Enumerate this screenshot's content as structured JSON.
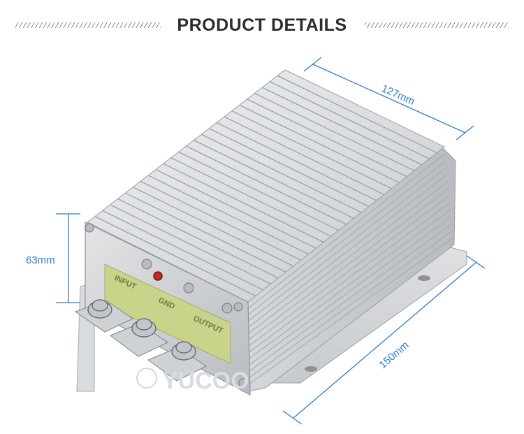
{
  "header": {
    "title": "PRODUCT DETAILS"
  },
  "dimensions": {
    "width": "127mm",
    "height": "63mm",
    "length": "150mm"
  },
  "terminal_labels": {
    "input": "INPUT",
    "gnd": "GND",
    "output": "OUTPUT"
  },
  "watermark": {
    "text": "YUCOO"
  },
  "colors": {
    "dimension_lines": "#2c7fcf",
    "title": "#2b2b2b",
    "terminal_label_bg": "#c9d38a"
  }
}
